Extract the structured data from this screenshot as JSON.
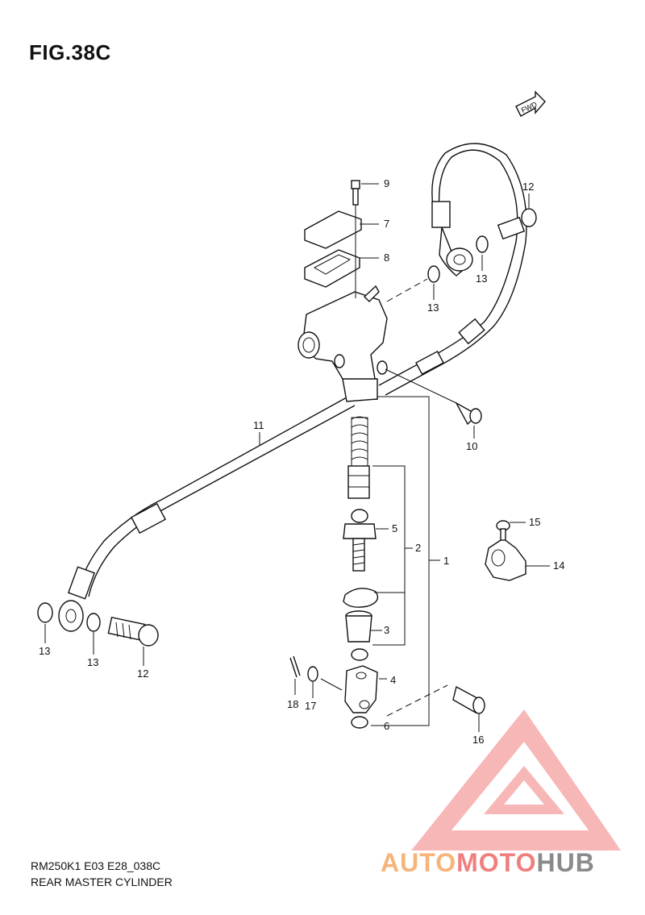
{
  "figure": {
    "title": "FIG.38C"
  },
  "footer": {
    "model_code": "RM250K1 E03 E28_038C",
    "section_name": "REAR MASTER CYLINDER"
  },
  "fwd_marker": {
    "label": "FWD"
  },
  "callouts": [
    {
      "id": "c9",
      "number": "9"
    },
    {
      "id": "c7",
      "number": "7"
    },
    {
      "id": "c8",
      "number": "8"
    },
    {
      "id": "c12a",
      "number": "12"
    },
    {
      "id": "c13a",
      "number": "13"
    },
    {
      "id": "c13b",
      "number": "13"
    },
    {
      "id": "c10",
      "number": "10"
    },
    {
      "id": "c11",
      "number": "11"
    },
    {
      "id": "c5",
      "number": "5"
    },
    {
      "id": "c2",
      "number": "2"
    },
    {
      "id": "c1",
      "number": "1"
    },
    {
      "id": "c15",
      "number": "15"
    },
    {
      "id": "c14",
      "number": "14"
    },
    {
      "id": "c3",
      "number": "3"
    },
    {
      "id": "c13c",
      "number": "13"
    },
    {
      "id": "c13d",
      "number": "13"
    },
    {
      "id": "c12b",
      "number": "12"
    },
    {
      "id": "c4",
      "number": "4"
    },
    {
      "id": "c18",
      "number": "18"
    },
    {
      "id": "c17",
      "number": "17"
    },
    {
      "id": "c6",
      "number": "6"
    },
    {
      "id": "c16",
      "number": "16"
    }
  ],
  "watermark": {
    "part1": "AUTO",
    "part2": "MOTO",
    "part3": "HUB",
    "colors": {
      "auto": "#f6b47a",
      "moto": "#ef7f7f",
      "hub": "#8a8a8a",
      "triangle": "#f08080"
    }
  }
}
